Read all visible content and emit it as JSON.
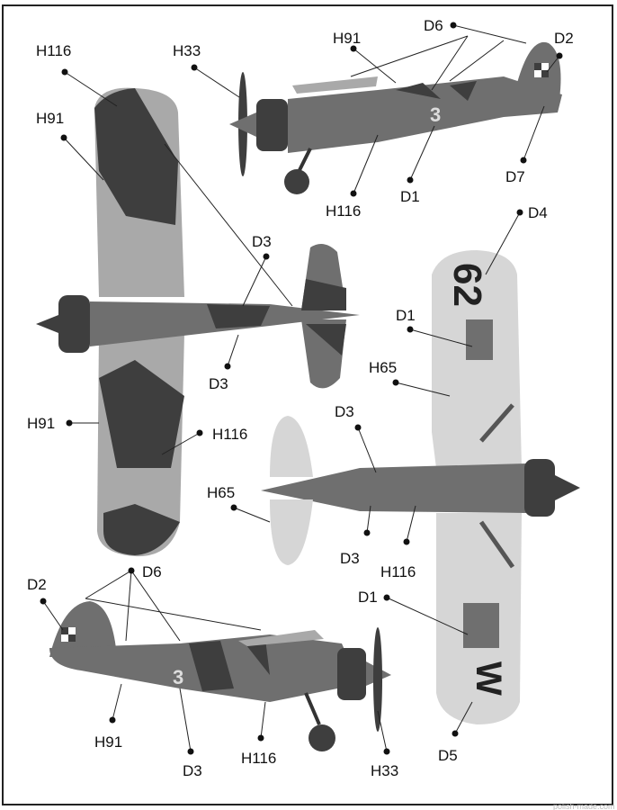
{
  "labels": {
    "h116_top_left": "H116",
    "h33_top": "H33",
    "h91_top": "H91",
    "d6_top": "D6",
    "d2_top": "D2",
    "d7": "D7",
    "d1_top": "D1",
    "h116_top_side": "H116",
    "h91_left": "H91",
    "d3_upper": "D3",
    "d3_lower_left": "D3",
    "d4": "D4",
    "d1_mid": "D1",
    "h65_mid": "H65",
    "d3_mid": "D3",
    "h91_mid": "H91",
    "h116_mid": "H116",
    "h65_lower": "H65",
    "d3_right_lower": "D3",
    "h116_right_lower": "H116",
    "d1_lower": "D1",
    "d2_bottom": "D2",
    "d6_bottom": "D6",
    "h91_bottom": "H91",
    "d3_bottom": "D3",
    "h116_bottom": "H116",
    "h33_bottom": "H33",
    "d5": "D5"
  },
  "markings": {
    "fuselage_number": "3",
    "wing_code_top": "62",
    "wing_code_bottom": "W"
  },
  "watermark": "polish-made.com",
  "colors": {
    "dark": "#3e3e3e",
    "mid": "#6f6f6f",
    "light": "#a9a9a9",
    "frame": "#222222"
  }
}
